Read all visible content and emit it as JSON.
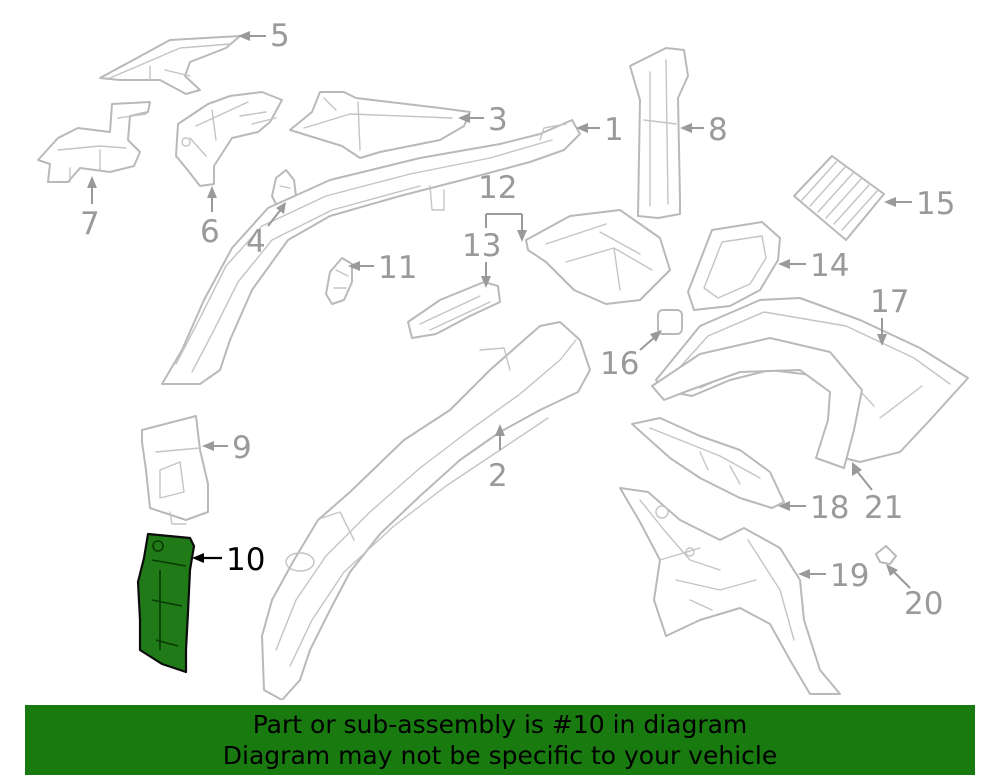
{
  "callouts": {
    "c1": "1",
    "c2": "2",
    "c3": "3",
    "c4": "4",
    "c5": "5",
    "c6": "6",
    "c7": "7",
    "c8": "8",
    "c9": "9",
    "c10": "10",
    "c11": "11",
    "c12": "12",
    "c13": "13",
    "c14": "14",
    "c15": "15",
    "c16": "16",
    "c17": "17",
    "c18": "18",
    "c19": "19",
    "c20": "20",
    "c21": "21"
  },
  "highlight": {
    "part": "10",
    "color": "#1f7a17"
  },
  "banner": {
    "line1": "Part or sub-assembly is #10 in diagram",
    "line2": "Diagram may not be specific to your vehicle",
    "background": "#197a10"
  }
}
